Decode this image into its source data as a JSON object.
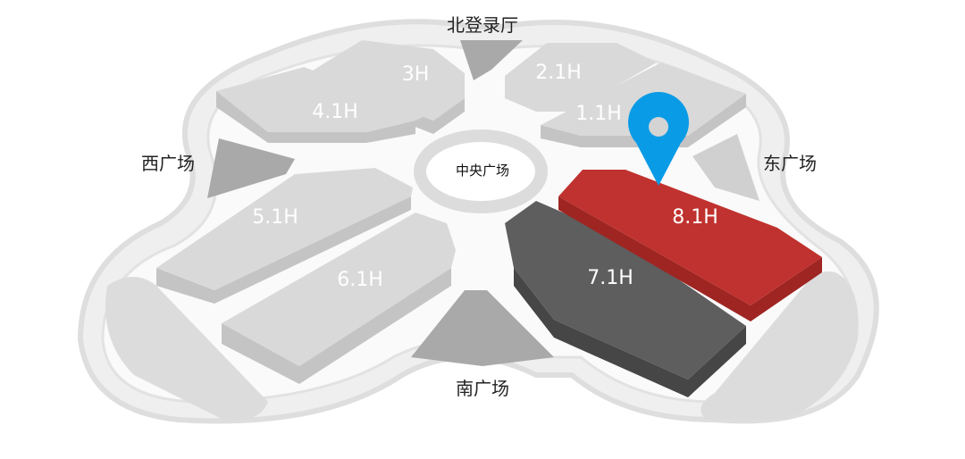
{
  "map": {
    "plazas": {
      "north": "北登录厅",
      "west": "西广场",
      "east": "东广场",
      "south": "南广场",
      "center": "中央广场"
    },
    "halls": {
      "h3": "3H",
      "h41": "4.1H",
      "h21": "2.1H",
      "h11": "1.1H",
      "h51": "5.1H",
      "h61": "6.1H",
      "h71": "7.1H",
      "h81": "8.1H"
    },
    "highlighted_hall": "8.1H",
    "colors": {
      "hall_default": "#d9d9d9",
      "hall_dark": "#5e5e5e",
      "hall_highlight": "#c0322f",
      "pin": "#0a9be6",
      "plaza": "#a9a9a9"
    },
    "pin_icon": "map-pin-icon"
  }
}
